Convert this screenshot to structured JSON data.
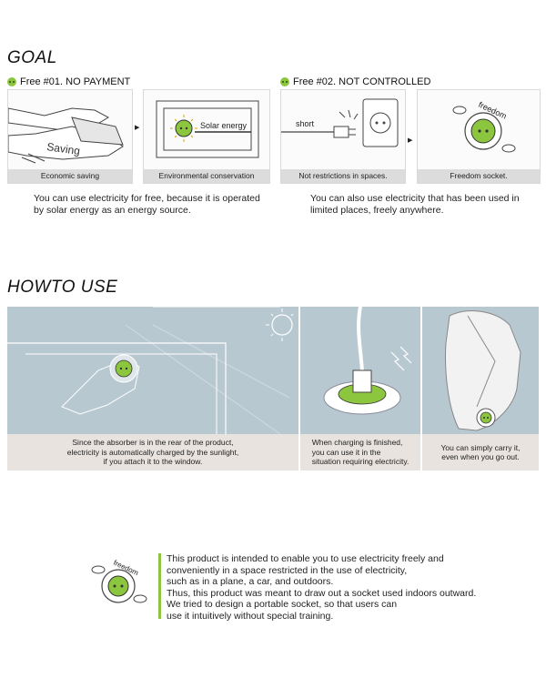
{
  "goal": {
    "title": "GOAL",
    "free1": "Free #01. NO PAYMENT",
    "free2": "Free #02. NOT CONTROLLED",
    "panels": [
      {
        "caption": "Economic saving",
        "label": "Saving"
      },
      {
        "caption": "Environmental conservation",
        "label": "Solar energy"
      },
      {
        "caption": "Not restrictions in spaces.",
        "label": "short"
      },
      {
        "caption": "Freedom socket.",
        "label": "freedom"
      }
    ],
    "desc1": [
      "You can use electricity for free, because it is operated",
      "by solar energy as an energy source."
    ],
    "desc2": [
      "You can also use electricity that has been used in",
      "limited places, freely anywhere."
    ]
  },
  "howto": {
    "title": "HOWTO USE",
    "captions": [
      [
        "Since the absorber is in the rear of the product,",
        "electricity is automatically charged by the sunlight,",
        "if you attach it to the window."
      ],
      [
        "When charging is finished,",
        "you can use it in the",
        "situation requiring electricity."
      ],
      [
        "You can simply carry it,",
        "even when you go out."
      ]
    ]
  },
  "summary": {
    "logo_text": "freedom",
    "lines": [
      "This product is intended to enable you to use electricity freely and",
      "conveniently in a space restricted in the use of electricity,",
      "such as in a plane, a car, and outdoors.",
      "Thus, this product was meant to draw out a socket used indoors outward.",
      "We tried to design a portable socket, so that users can",
      "use it intuitively without special training."
    ]
  },
  "colors": {
    "accent": "#8cc63f",
    "howto_bg": "#b8c8d1",
    "caption_bg": "#dcdcdc"
  }
}
